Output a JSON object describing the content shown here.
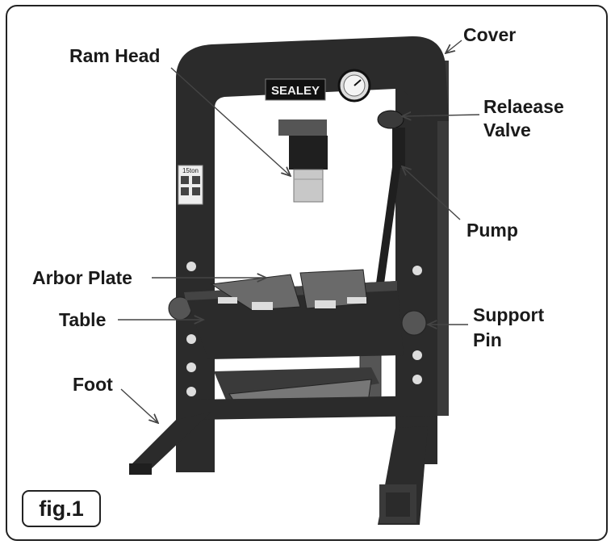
{
  "figure": {
    "label": "fig.1",
    "logo_text": "SEALEY",
    "decal_text": "15ton"
  },
  "labels": {
    "cover": "Cover",
    "ram_head": "Ram Head",
    "release_valve_line1": "Relaease",
    "release_valve_line2": "Valve",
    "pump": "Pump",
    "arbor_plate": "Arbor Plate",
    "table": "Table",
    "support_pin_line1": "Support",
    "support_pin_line2": "Pin",
    "foot": "Foot"
  },
  "colors": {
    "frame_dark": "#2b2b2b",
    "metal_light": "#c8c8c8",
    "outline": "#222222",
    "label_text": "#1a1a1a"
  }
}
